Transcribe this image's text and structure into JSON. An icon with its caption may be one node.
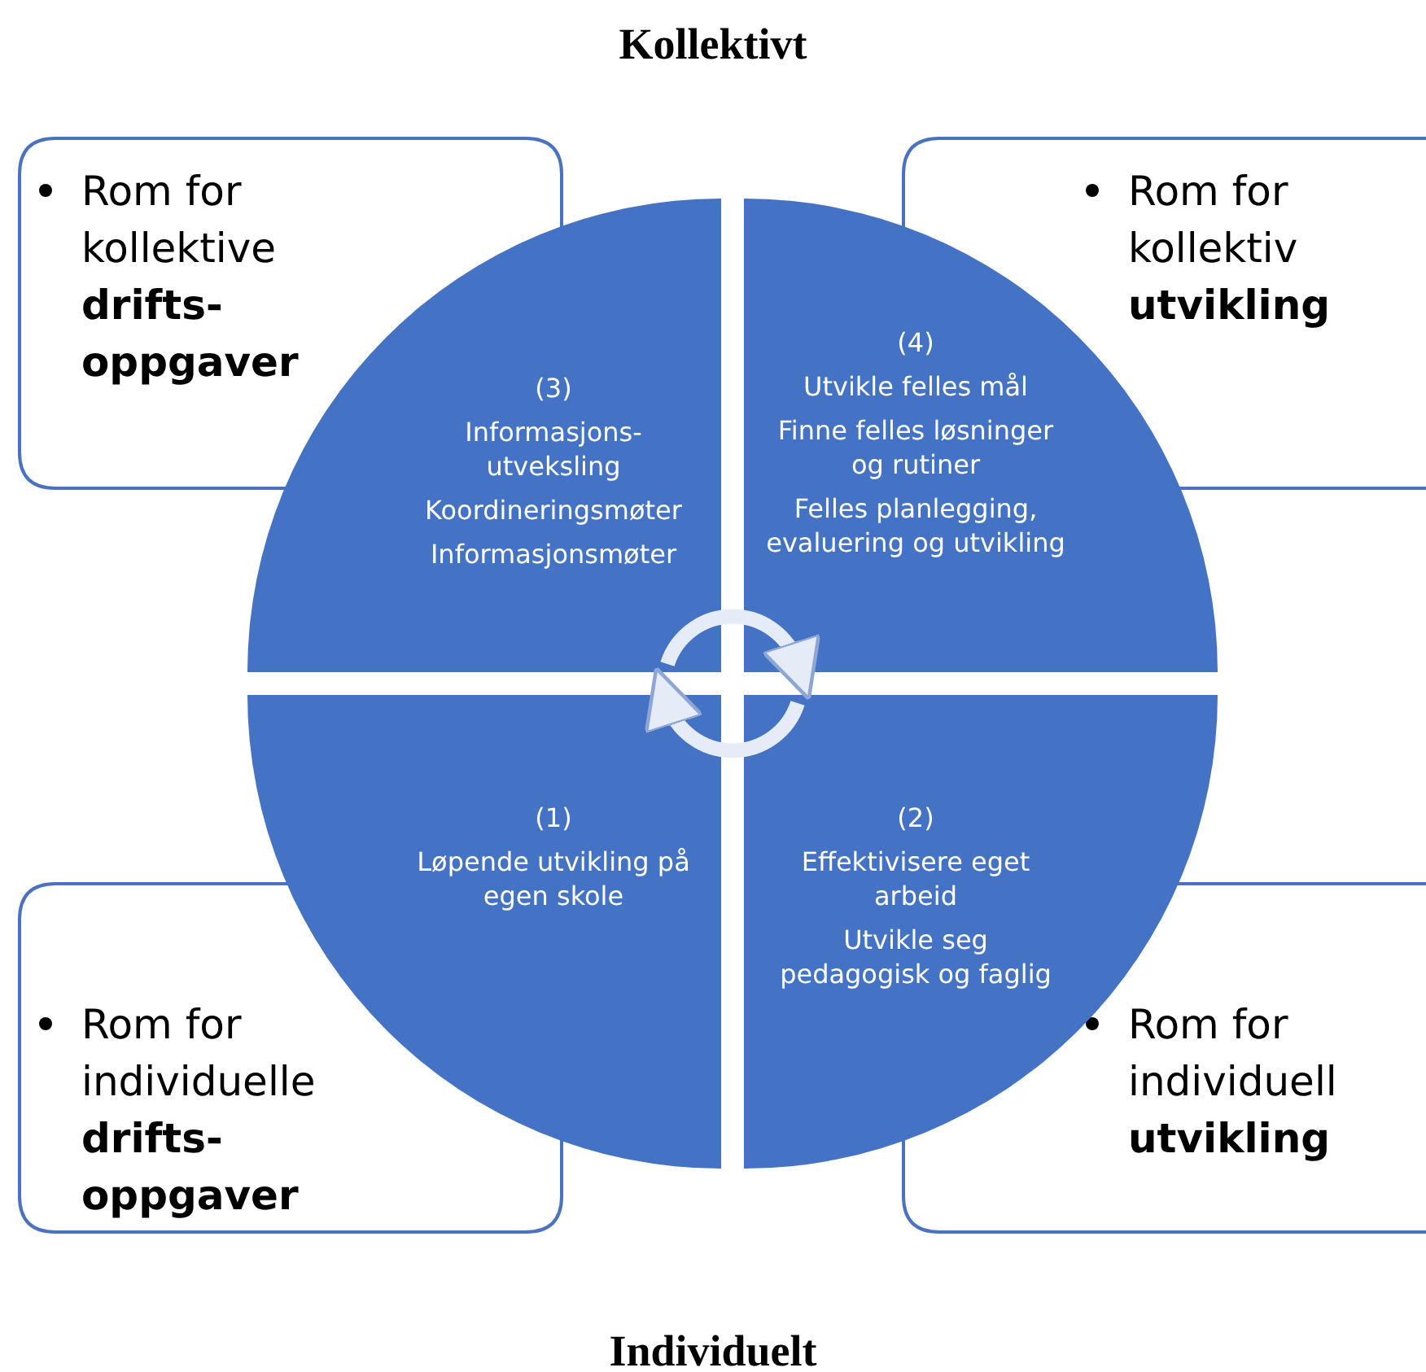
{
  "diagram": {
    "nodes": [
      {
        "text": [
          "Rom for kollektive **drifts- oppgaver**"
        ]
      },
      {
        "text": [
          "Rom for kollektiv **utvikling**"
        ]
      },
      {
        "text": [
          "(3)",
          "Informasjons- utveksling",
          "Koordineringsmøter",
          "Informasjonsmøter"
        ]
      },
      {
        "text": [
          "(4)",
          "Utvikle felles mål",
          "Finne felles løsninger og rutiner",
          "Felles planlegging, evaluering og utvikling"
        ]
      },
      {
        "text": [
          "(1)",
          "Løpende utvikling på egen skole"
        ]
      },
      {
        "text": [
          "(2)",
          "Effektivisere eget arbeid",
          "Utvikle seg pedagogisk og faglig"
        ]
      },
      {
        "text": [
          "Rom for individuelle **drifts- oppgaver**"
        ]
      },
      {
        "text": [
          "Rom for individuell **utvikling**"
        ]
      }
    ],
    "edges": [
      {
        "from": 2,
        "to": 3,
        "arrow": "to"
      },
      {
        "from": 5,
        "to": 4,
        "arrow": "to"
      }
    ],
    "labels": [
      "Kollektivt",
      "Individuelt"
    ]
  }
}
